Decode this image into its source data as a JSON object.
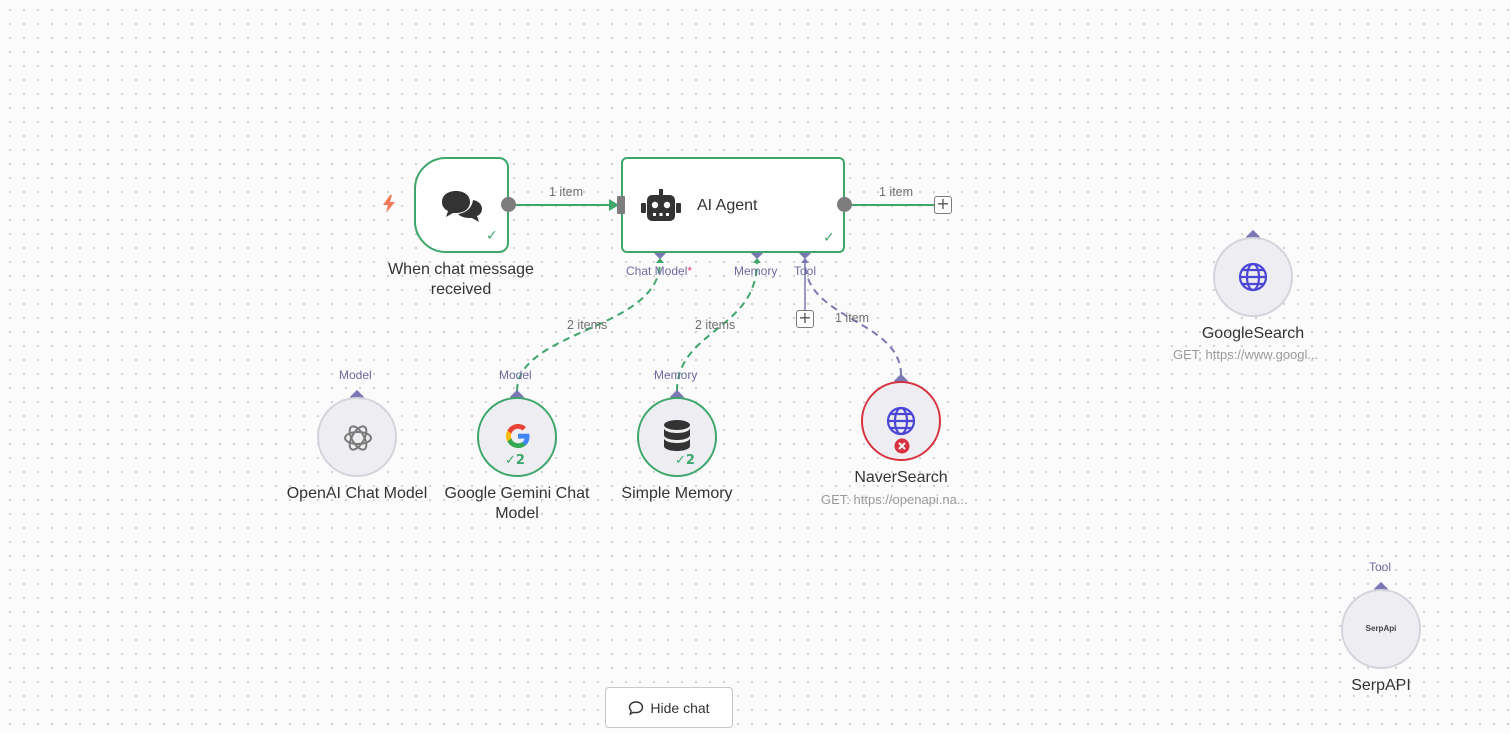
{
  "nodes": {
    "chat_trigger": {
      "title": "When chat message received",
      "status_icon": "check-icon",
      "trigger_icon": "lightning-icon",
      "icon": "chat-bubbles-icon"
    },
    "ai_agent": {
      "title": "AI Agent",
      "icon": "robot-icon",
      "ports": {
        "chat_model": "Chat Model",
        "required_mark": "*",
        "memory": "Memory",
        "tool": "Tool"
      }
    },
    "openai": {
      "title": "OpenAI Chat Model",
      "port": "Model",
      "icon": "openai-icon"
    },
    "gemini": {
      "title": "Google Gemini Chat Model",
      "port": "Model",
      "run_count": "2",
      "icon": "google-icon"
    },
    "memory": {
      "title": "Simple Memory",
      "port": "Memory",
      "run_count": "2",
      "icon": "database-icon"
    },
    "naver": {
      "title": "NaverSearch",
      "subtitle": "GET: https://openapi.na...",
      "icon": "globe-icon",
      "status": "error"
    },
    "google_search": {
      "title": "GoogleSearch",
      "subtitle": "GET: https://www.googl...",
      "icon": "globe-icon"
    },
    "serpapi": {
      "title": "SerpAPI",
      "port": "Tool",
      "logo_text": "SerpApi"
    }
  },
  "edges": {
    "trigger_to_agent": "1 item",
    "agent_output": "1 item",
    "gemini_to_agent": "2 items",
    "memory_to_agent": "2 items",
    "naver_to_agent": "1 item"
  },
  "controls": {
    "add_output": "+",
    "add_tool": "+",
    "hide_chat": "Hide chat"
  },
  "colors": {
    "success": "#3ea66a",
    "error": "#d6323f",
    "port": "#7b78b3",
    "trigger": "#f07a5a",
    "globe": "#4b46d6"
  }
}
